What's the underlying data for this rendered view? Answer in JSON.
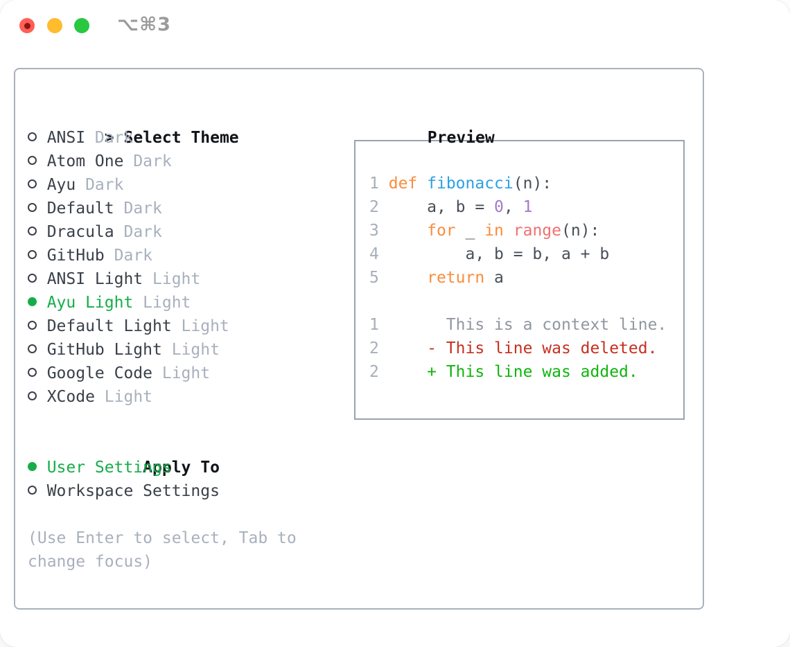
{
  "window": {
    "shortcut_label": "⌥⌘3"
  },
  "theme_selector": {
    "prompt": ">",
    "heading": "Select Theme",
    "items": [
      {
        "name": "ANSI",
        "variant": "Dark",
        "selected": false
      },
      {
        "name": "Atom One",
        "variant": "Dark",
        "selected": false
      },
      {
        "name": "Ayu",
        "variant": "Dark",
        "selected": false
      },
      {
        "name": "Default",
        "variant": "Dark",
        "selected": false
      },
      {
        "name": "Dracula",
        "variant": "Dark",
        "selected": false
      },
      {
        "name": "GitHub",
        "variant": "Dark",
        "selected": false
      },
      {
        "name": "ANSI Light",
        "variant": "Light",
        "selected": false
      },
      {
        "name": "Ayu Light",
        "variant": "Light",
        "selected": true
      },
      {
        "name": "Default Light",
        "variant": "Light",
        "selected": false
      },
      {
        "name": "GitHub Light",
        "variant": "Light",
        "selected": false
      },
      {
        "name": "Google Code",
        "variant": "Light",
        "selected": false
      },
      {
        "name": "XCode",
        "variant": "Light",
        "selected": false
      }
    ]
  },
  "apply_to": {
    "heading": "Apply To",
    "options": [
      {
        "name": "User Settings",
        "selected": true
      },
      {
        "name": "Workspace Settings",
        "selected": false
      }
    ]
  },
  "help_text": "(Use Enter to select, Tab to change focus)",
  "preview": {
    "heading": "Preview",
    "lines": [
      {
        "segments": [
          {
            "text": "1",
            "color": "line_number"
          },
          {
            "text": " ",
            "color": "code_text"
          },
          {
            "text": "def",
            "color": "keyword_orange"
          },
          {
            "text": " ",
            "color": "code_text"
          },
          {
            "text": "fibonacci",
            "color": "function_blue"
          },
          {
            "text": "(n):",
            "color": "code_text"
          }
        ]
      },
      {
        "segments": [
          {
            "text": "2",
            "color": "line_number"
          },
          {
            "text": "     a, b = ",
            "color": "code_text"
          },
          {
            "text": "0",
            "color": "number_purple"
          },
          {
            "text": ", ",
            "color": "code_text"
          },
          {
            "text": "1",
            "color": "number_purple"
          }
        ]
      },
      {
        "segments": [
          {
            "text": "3",
            "color": "line_number"
          },
          {
            "text": "     ",
            "color": "code_text"
          },
          {
            "text": "for",
            "color": "keyword_orange"
          },
          {
            "text": " _ ",
            "color": "code_text"
          },
          {
            "text": "in",
            "color": "keyword_orange"
          },
          {
            "text": " ",
            "color": "code_text"
          },
          {
            "text": "range",
            "color": "builtin_coral"
          },
          {
            "text": "(n):",
            "color": "code_text"
          }
        ]
      },
      {
        "segments": [
          {
            "text": "4",
            "color": "line_number"
          },
          {
            "text": "         a, b = b, a + b",
            "color": "code_text"
          }
        ]
      },
      {
        "segments": [
          {
            "text": "5",
            "color": "line_number"
          },
          {
            "text": "     ",
            "color": "code_text"
          },
          {
            "text": "return",
            "color": "keyword_orange"
          },
          {
            "text": " a",
            "color": "code_text"
          }
        ]
      },
      {
        "segments": []
      },
      {
        "segments": [
          {
            "text": "1",
            "color": "line_number"
          },
          {
            "text": "       This is a context line.",
            "color": "context_gray"
          }
        ]
      },
      {
        "segments": [
          {
            "text": "2",
            "color": "line_number"
          },
          {
            "text": "     ",
            "color": "code_text"
          },
          {
            "text": "- This line was deleted.",
            "color": "diff_deleted"
          }
        ]
      },
      {
        "segments": [
          {
            "text": "2",
            "color": "line_number"
          },
          {
            "text": "     ",
            "color": "code_text"
          },
          {
            "text": "+ This line was added.",
            "color": "diff_added"
          }
        ]
      }
    ]
  },
  "colors": {
    "accent_green": "#16ad49",
    "diff_added": "#0fb50f",
    "diff_deleted": "#c62f1f",
    "keyword_orange": "#f98d3d",
    "function_blue": "#2ca1e4",
    "number_purple": "#a37acc",
    "builtin_coral": "#f07171",
    "code_text": "#484f58",
    "line_number": "#a6aeb9",
    "context_gray": "#9097a0",
    "heading_text": "#101419",
    "item_text": "#3a4049",
    "muted_gray": "#a8b0bd",
    "frame_border": "#aab1bb",
    "preview_border": "#9aa2ae",
    "traffic_red": "#ff5f57",
    "traffic_yellow": "#febc2e",
    "traffic_green": "#28c840",
    "title_gray": "#9b9b9b"
  }
}
